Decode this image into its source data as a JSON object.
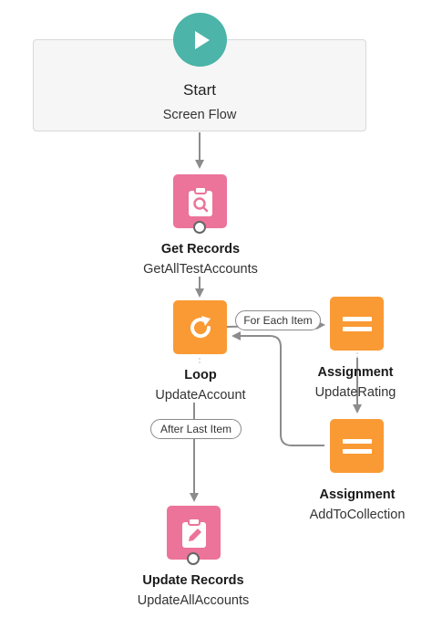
{
  "start": {
    "title": "Start",
    "subtitle": "Screen Flow"
  },
  "nodes": {
    "get_records": {
      "type_label": "Get Records",
      "name": "GetAllTestAccounts",
      "icon": "clipboard-search-icon",
      "color": "#ec7399"
    },
    "loop": {
      "type_label": "Loop",
      "name": "UpdateAccount",
      "icon": "loop-arrow-icon",
      "color": "#fa9a34"
    },
    "assignment_1": {
      "type_label": "Assignment",
      "name": "UpdateRating",
      "icon": "equals-icon",
      "color": "#fa9a34"
    },
    "assignment_2": {
      "type_label": "Assignment",
      "name": "AddToCollection",
      "icon": "equals-icon",
      "color": "#fa9a34"
    },
    "update_records": {
      "type_label": "Update Records",
      "name": "UpdateAllAccounts",
      "icon": "clipboard-pencil-icon",
      "color": "#ec7399"
    }
  },
  "connector_labels": {
    "for_each": "For Each Item",
    "after_last": "After Last Item"
  },
  "colors": {
    "start": "#4cb4a8",
    "connector": "#8c8c8c"
  }
}
